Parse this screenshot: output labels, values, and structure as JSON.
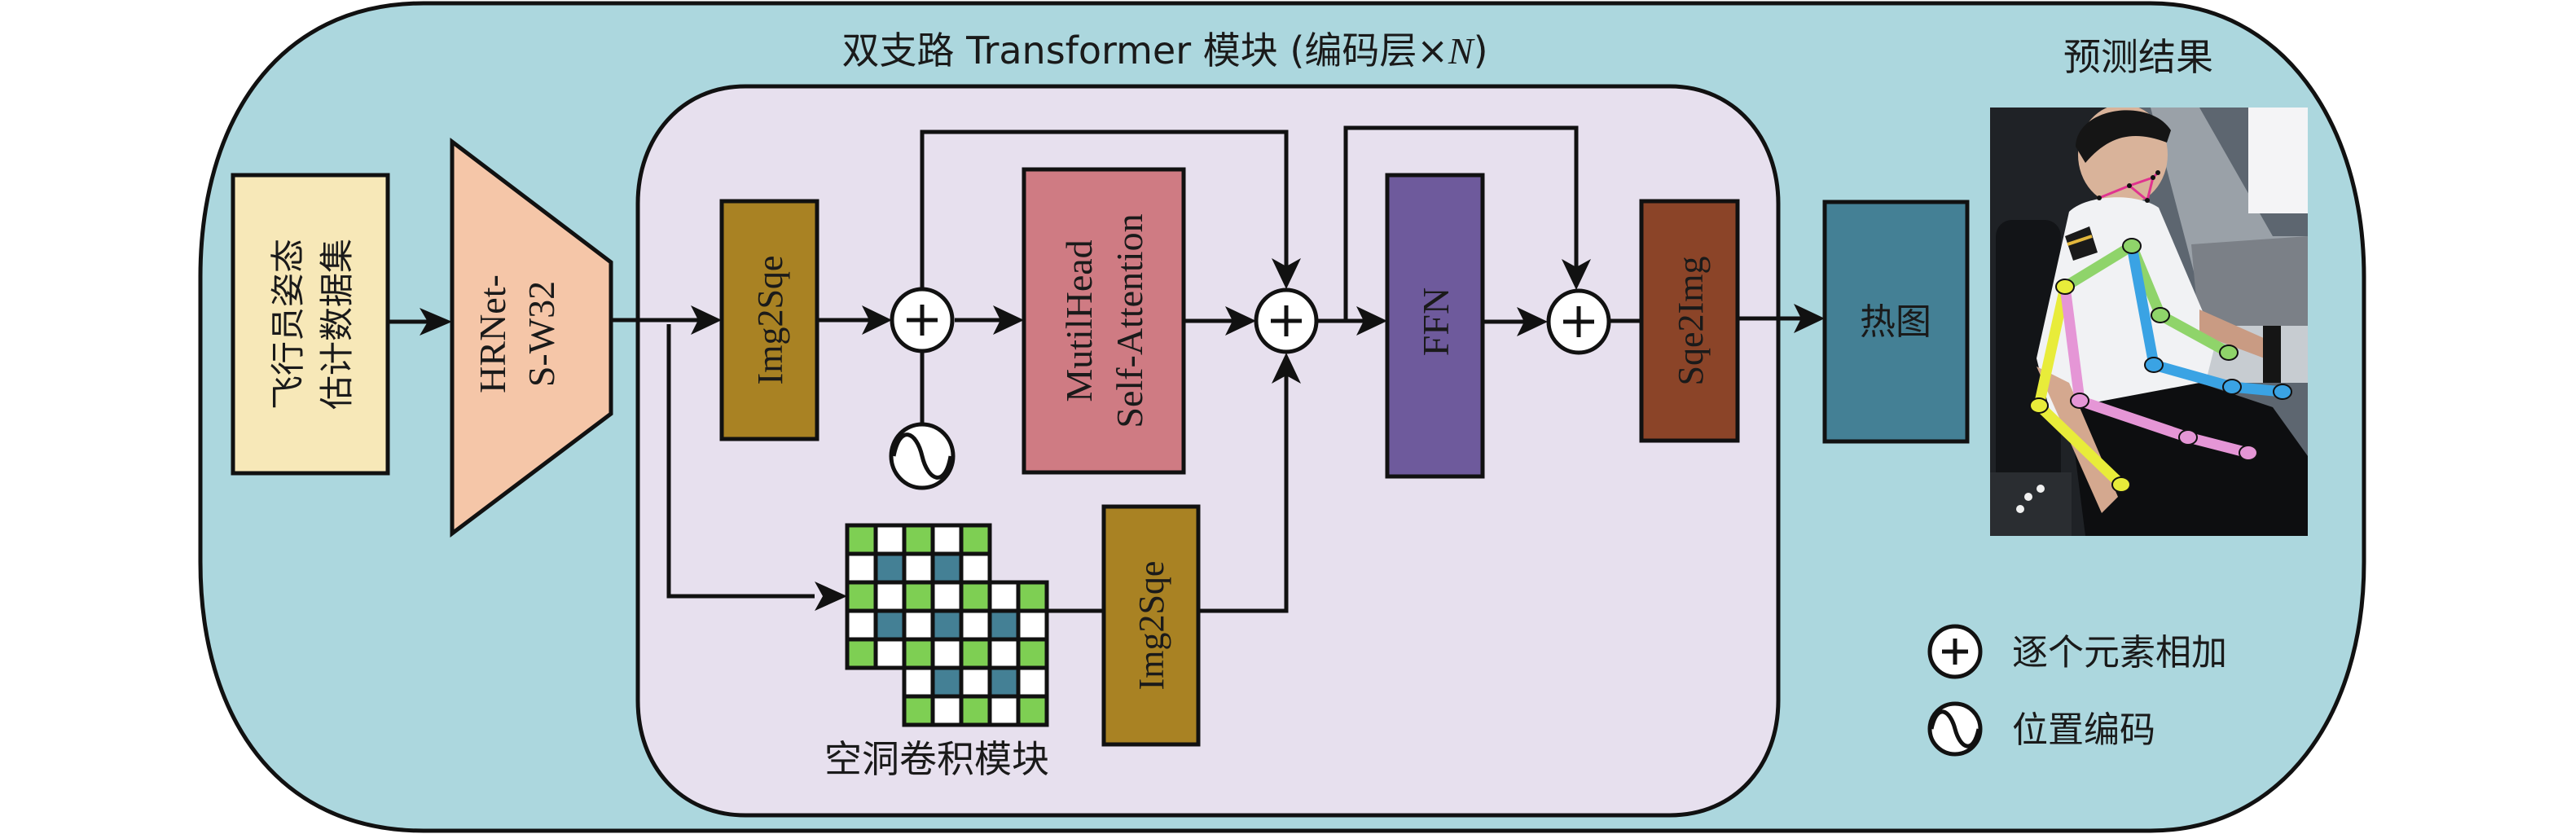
{
  "title": "双支路 Transformer 模块 (编码层×N)",
  "title_parts": {
    "prefix": "双支路 Transformer 模块 (编码层×",
    "italic": "N",
    "suffix": ")"
  },
  "blocks": {
    "dataset": {
      "line1": "飞行员姿态",
      "line2": "估计数据集",
      "color": "#f7e8b8"
    },
    "backbone": {
      "line1": "HRNet-",
      "line2": "S-W32",
      "color": "#f5c6a8"
    },
    "img2sqe_top": {
      "label": "Img2Sqe",
      "color": "#a98223"
    },
    "attention": {
      "line1": "MutilHead",
      "line2": "Self-Attention",
      "color": "#cf7b83"
    },
    "ffn": {
      "label": "FFN",
      "color": "#6e5a9c"
    },
    "sqe2img": {
      "label": "Sqe2Img",
      "color": "#8b4428"
    },
    "heatmap": {
      "label": "热图",
      "color": "#448095"
    },
    "img2sqe_bottom": {
      "label": "Img2Sqe",
      "color": "#a98223"
    },
    "dilated_conv": {
      "label": "空洞卷积模块",
      "green": "#7ecf53",
      "blue": "#448095",
      "white": "#ffffff"
    }
  },
  "prediction": {
    "title": "预测结果"
  },
  "legend": [
    {
      "icon": "plus-circle-icon",
      "label": "逐个元素相加"
    },
    {
      "icon": "sine-circle-icon",
      "label": "位置编码"
    }
  ],
  "colors": {
    "outer_bg": "#acd7de",
    "inner_bg": "#e7e0ee",
    "line": "#111111",
    "pose_face": "#e0338f",
    "pose_green": "#8fd46a",
    "pose_yellow": "#e8ec3a",
    "pose_pink": "#e596d6",
    "pose_blue": "#3aa3e4"
  }
}
